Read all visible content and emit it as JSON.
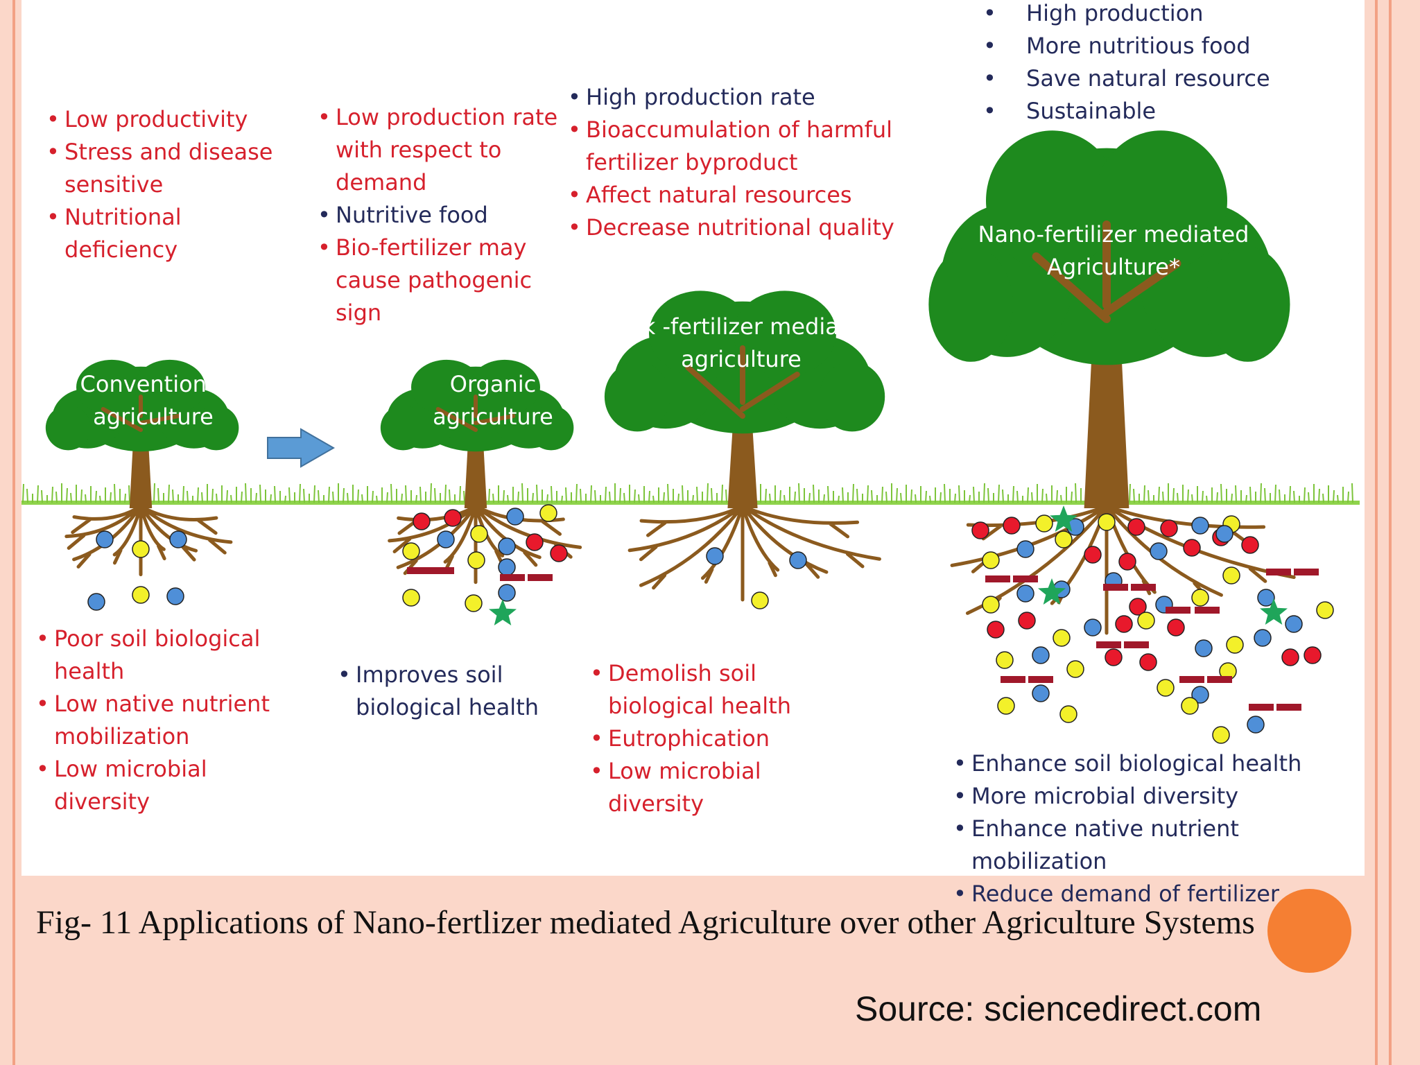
{
  "figure": {
    "stages": [
      {
        "title": "Conventional\nagriculture",
        "above": [
          {
            "text": "Low productivity",
            "tone": "negative"
          },
          {
            "text": "Stress and disease sensitive",
            "tone": "negative"
          },
          {
            "text": "Nutritional deficiency",
            "tone": "negative"
          }
        ],
        "below": [
          {
            "text": "Poor soil biological health",
            "tone": "negative"
          },
          {
            "text": "Low native nutrient mobilization",
            "tone": "negative"
          },
          {
            "text": "Low microbial diversity",
            "tone": "negative"
          }
        ]
      },
      {
        "title": "Organic\nagriculture",
        "above": [
          {
            "text": "Low production rate with respect to demand",
            "tone": "negative"
          },
          {
            "text": "Nutritive food",
            "tone": "positive"
          },
          {
            "text": "Bio-fertilizer may cause pathogenic sign",
            "tone": "negative"
          }
        ],
        "below": [
          {
            "text": "Improves soil biological health",
            "tone": "positive"
          }
        ]
      },
      {
        "title": "Bulk -fertilizer mediated\nagriculture",
        "above": [
          {
            "text": "High production rate",
            "tone": "positive"
          },
          {
            "text": "Bioaccumulation of harmful fertilizer byproduct",
            "tone": "negative"
          },
          {
            "text": "Affect natural resources",
            "tone": "negative"
          },
          {
            "text": "Decrease nutritional quality",
            "tone": "negative"
          }
        ],
        "below": [
          {
            "text": "Demolish soil biological health",
            "tone": "negative"
          },
          {
            "text": "Eutrophication",
            "tone": "negative"
          },
          {
            "text": "Low microbial diversity",
            "tone": "negative"
          }
        ]
      },
      {
        "title": "Nano-fertilizer mediated\nAgriculture*",
        "above": [
          {
            "text": "High production",
            "tone": "positive"
          },
          {
            "text": "More nutritious food",
            "tone": "positive"
          },
          {
            "text": "Save natural resource",
            "tone": "positive"
          },
          {
            "text": "Sustainable",
            "tone": "positive"
          }
        ],
        "below": [
          {
            "text": "Enhance soil biological health",
            "tone": "positive"
          },
          {
            "text": "More microbial diversity",
            "tone": "positive"
          },
          {
            "text": "Enhance native nutrient mobilization",
            "tone": "positive"
          },
          {
            "text": "Reduce demand of fertilizer",
            "tone": "positive"
          }
        ]
      }
    ]
  },
  "caption": "Fig- 11 Applications of Nano-fertlizer mediated Agriculture over other Agriculture Systems",
  "source": "Source: sciencedirect.com",
  "colors": {
    "slide_background": "#fbd7c9",
    "foliage": "#1e8a1e",
    "trunk": "#8b5a1e",
    "grass": "#8fd34c",
    "negative_text": "#d6202c",
    "positive_text": "#232a5a",
    "arrow": "#5b9bd5",
    "accent_circle": "#f47a2b"
  }
}
